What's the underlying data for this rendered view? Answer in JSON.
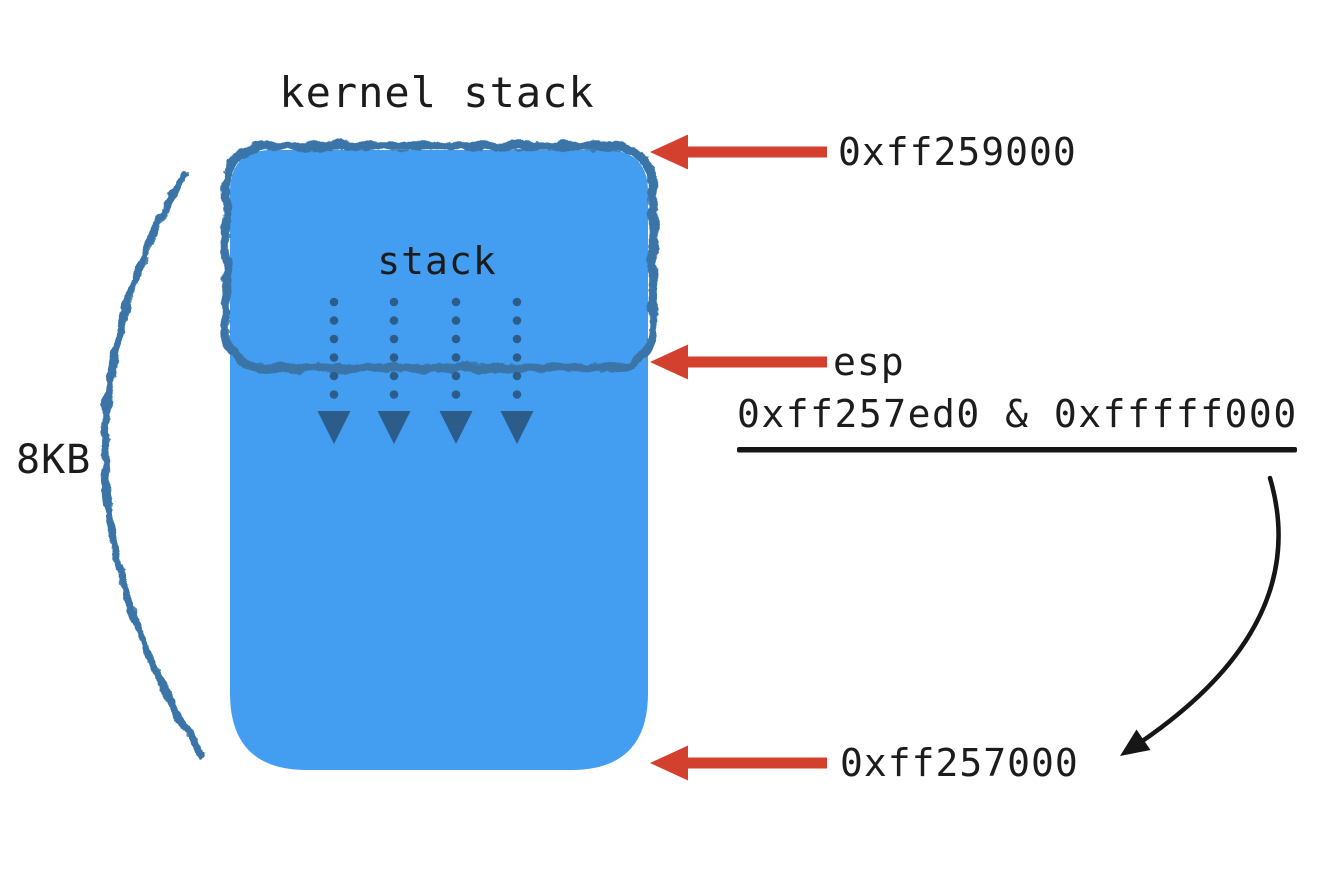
{
  "diagram": {
    "title": "kernel stack",
    "stack_label": "stack",
    "size_label": "8KB",
    "top_address": "0xff259000",
    "esp_label": "esp",
    "esp_expression": "0xff257ed0 & 0xfffff000",
    "bottom_address": "0xff257000"
  },
  "icons": {
    "pointer_arrow_icon": "solid left-pointing arrow",
    "growth_arrow_icon": "dotted vertical line ending in down triangle",
    "size_brace_icon": "hand-drawn opening arc brace",
    "curved_arrow_icon": "curved arrow sweeping down-left"
  },
  "colors": {
    "background": "#FFFFFF",
    "stack_fill": "#439EF2",
    "sketch_stroke": "#3B74A8",
    "growth_arrow": "#2B5C8A",
    "pointer_arrow": "#D3402E",
    "ink": "#1C1C1C"
  }
}
